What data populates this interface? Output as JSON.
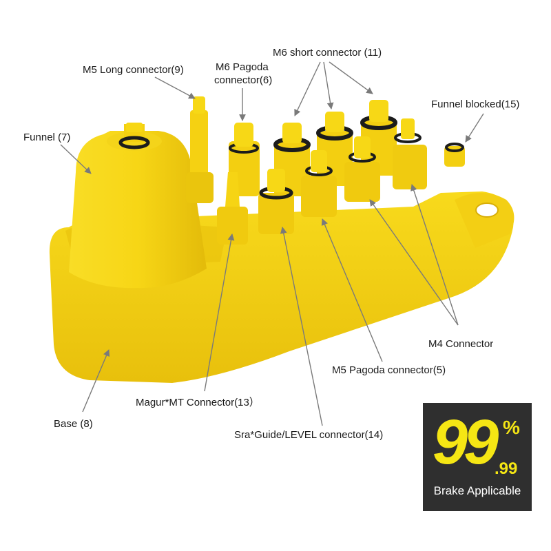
{
  "labels": {
    "m5_long": "M5 Long connector(9)",
    "m6_pagoda_1": "M6 Pagoda",
    "m6_pagoda_2": "connector(6)",
    "m6_short": "M6 short connector (11)",
    "funnel_blocked": "Funnel blocked(15)",
    "funnel": "Funnel (7)",
    "m4": "M4 Connector",
    "m5_pagoda": "M5 Pagoda connector(5)",
    "magur": "Magur*MT Connector(13）",
    "base": "Base (8)",
    "sra": "Sra*Guide/LEVEL connector(14)"
  },
  "badge": {
    "big": "99",
    "percent": "%",
    "decimal": ".99",
    "caption": "Brake Applicable"
  },
  "colors": {
    "plastic": "#f6d312",
    "plastic_shadow": "#e2b90a",
    "plastic_dark": "#c99a05",
    "oring": "#1c1c1c",
    "badge_bg": "#2f2f2f",
    "badge_text": "#f5e614"
  }
}
